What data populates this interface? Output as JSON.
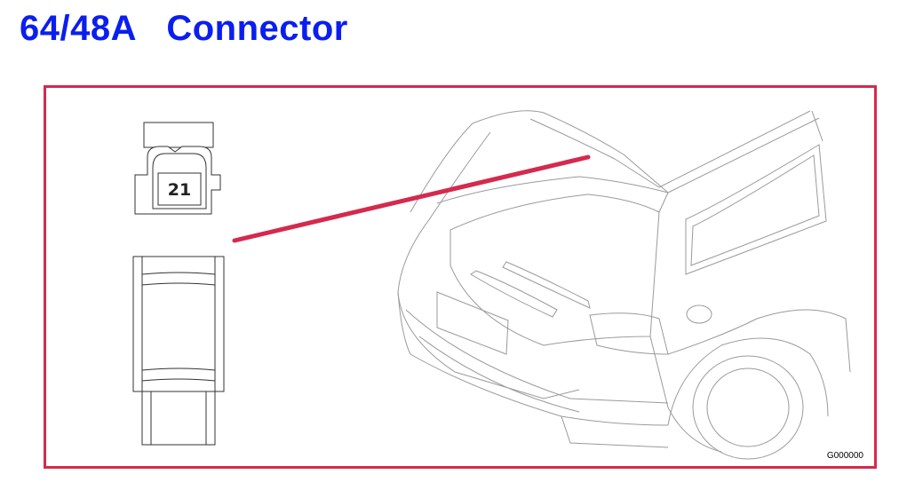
{
  "title": {
    "code": "64/48A",
    "label": "Connector"
  },
  "connector": {
    "pin_label": "21"
  },
  "reference_code": "G000000",
  "colors": {
    "title": "#0a1ef0",
    "frame": "#d42a4d",
    "pointer": "#d42a4d",
    "linework": "#9a9a9a"
  }
}
